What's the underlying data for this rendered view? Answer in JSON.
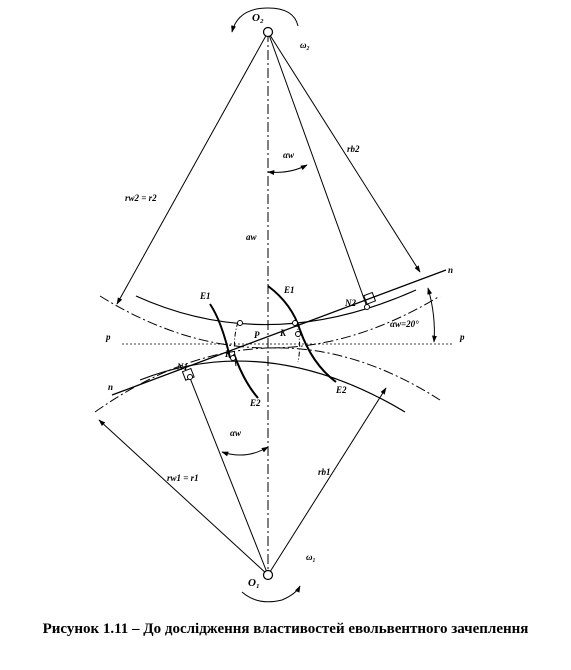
{
  "labels": {
    "O2": "O₂",
    "O1": "O₁",
    "omega2": "ω₂",
    "omega1": "ω₁",
    "rw2": "rw2 = r2",
    "rw1": "rw1 = r1",
    "rb2": "rb2",
    "rb1": "rb1",
    "aw": "aw",
    "alpha_top": "αw",
    "alpha_bottom": "αw",
    "alpha_20": "αw=20°",
    "p_left": "p",
    "p_right": "p",
    "n_right": "n",
    "n_left": "n",
    "N2": "N2",
    "N1": "N1",
    "P": "P",
    "K_left": "K",
    "K_right": "K",
    "E1_left": "E1",
    "E1_right": "E1",
    "E2_left": "E2",
    "E2_right": "E2"
  },
  "caption": "Рисунок 1.11 – До дослідження властивостей евольвентного зачеплення"
}
